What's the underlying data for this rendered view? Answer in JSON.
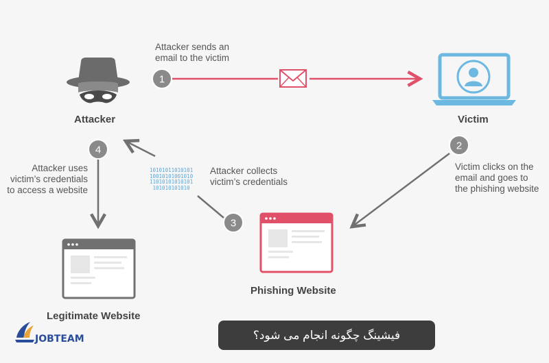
{
  "nodes": {
    "attacker": "Attacker",
    "victim": "Victim",
    "phishing": "Phishing Website",
    "legit": "Legitimate Website"
  },
  "steps": {
    "s1": {
      "num": "1",
      "line1": "Attacker sends an",
      "line2": "email to the victim"
    },
    "s2": {
      "num": "2",
      "line1": "Victim clicks on the",
      "line2": "email and goes to",
      "line3": "the phishing website"
    },
    "s3": {
      "num": "3",
      "line1": "Attacker collects",
      "line2": "victim’s credentials"
    },
    "s4": {
      "num": "4",
      "line1": "Attacker uses",
      "line2": "victim’s credentials",
      "line3": "to access a website"
    }
  },
  "binary": [
    "10101011010101",
    "10010101001010",
    "11010101010101",
    "101010101010"
  ],
  "caption": "فیشینگ چگونه انجام می شود؟",
  "logo": {
    "text": "JOBTEAM"
  },
  "colors": {
    "red": "#e05068",
    "blue": "#6cb8e0",
    "gray": "#707070",
    "step": "#8a8a8a"
  }
}
